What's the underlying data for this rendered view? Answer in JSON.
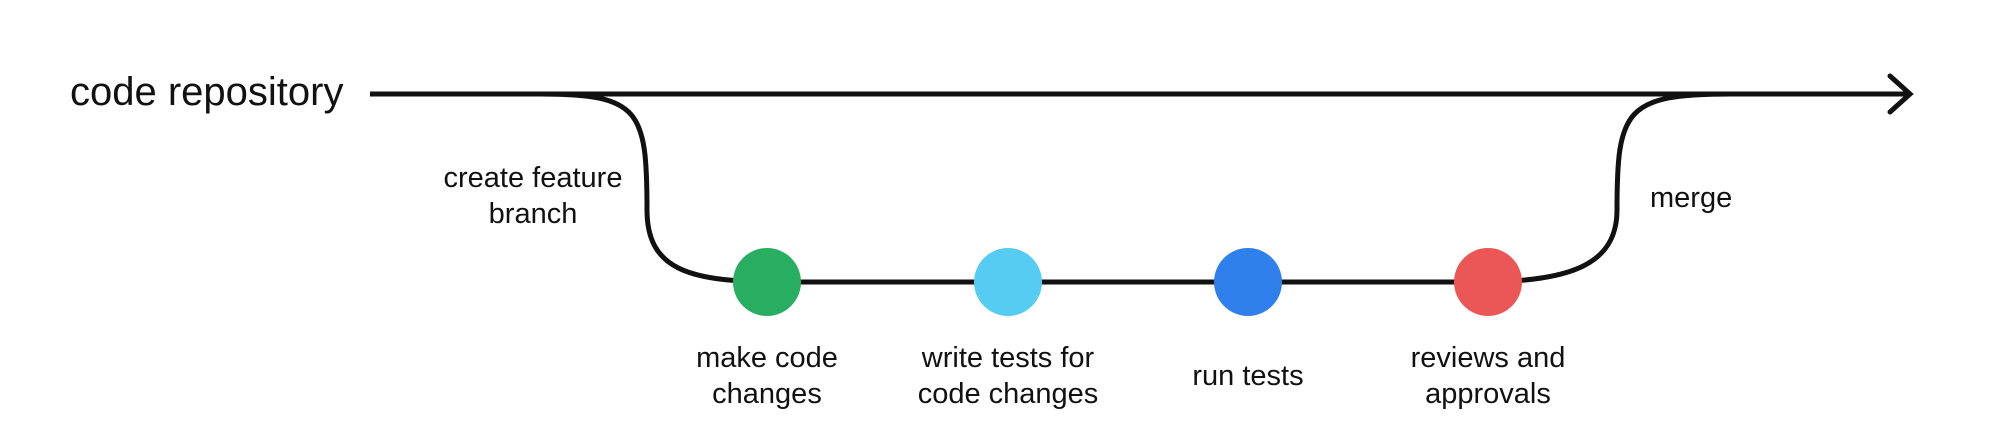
{
  "repository": {
    "label": "code repository"
  },
  "branch": {
    "label": "create feature\nbranch"
  },
  "merge": {
    "label": "merge"
  },
  "steps": [
    {
      "label": "make code\nchanges",
      "color": "#27ae60"
    },
    {
      "label": "write tests for\ncode changes",
      "color": "#56ccf2"
    },
    {
      "label": "run tests",
      "color": "#2f80ed"
    },
    {
      "label": "reviews and\napprovals",
      "color": "#eb5757"
    }
  ],
  "line_color": "#111111"
}
